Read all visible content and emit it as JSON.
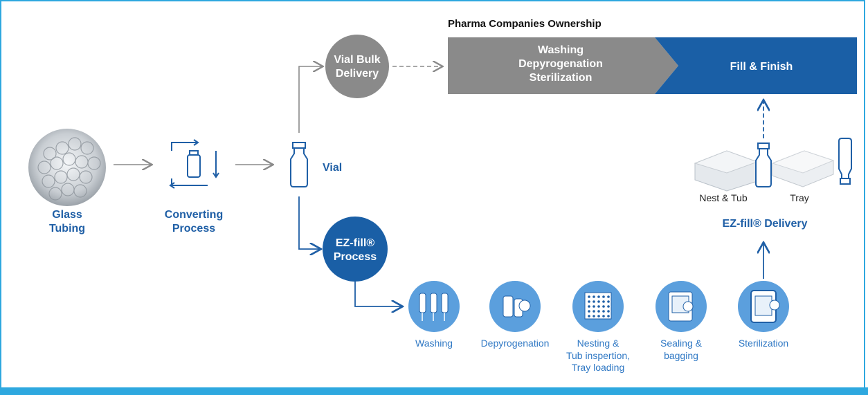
{
  "header": {
    "title": "Pharma Companies Ownership"
  },
  "pharma_bar": {
    "gray_lines": [
      "Washing",
      "Depyrogenation",
      "Sterilization"
    ],
    "blue_label": "Fill & Finish"
  },
  "nodes": {
    "glass_tubing": [
      "Glass",
      "Tubing"
    ],
    "converting": [
      "Converting",
      "Process"
    ],
    "vial": "Vial",
    "vial_bulk": [
      "Vial Bulk",
      "Delivery"
    ],
    "ezfill_process": [
      "EZ-fill®",
      "Process"
    ]
  },
  "ezfill_delivery": {
    "nest_tub": "Nest & Tub",
    "tray": "Tray",
    "title": "EZ-fill® Delivery"
  },
  "steps": [
    {
      "lines": [
        "Washing"
      ]
    },
    {
      "lines": [
        "Depyrogenation"
      ]
    },
    {
      "lines": [
        "Nesting &",
        "Tub inspertion,",
        "Tray loading"
      ]
    },
    {
      "lines": [
        "Sealing &",
        "bagging"
      ]
    },
    {
      "lines": [
        "Sterilization"
      ]
    }
  ],
  "colors": {
    "accent_blue": "#1f5fa6",
    "step_blue": "#5b9fdd",
    "gray": "#8a8a8a",
    "frame": "#2ea8df"
  }
}
